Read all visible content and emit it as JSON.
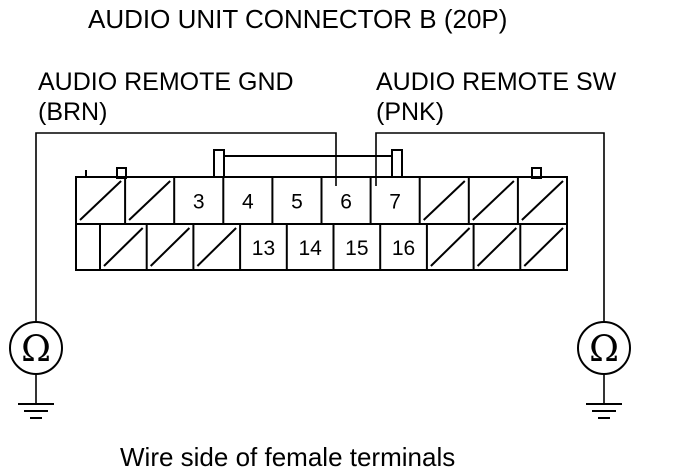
{
  "diagram": {
    "title": "AUDIO UNIT CONNECTOR B (20P)",
    "left_wire": {
      "name": "AUDIO REMOTE GND",
      "color": "(BRN)",
      "pin": "6"
    },
    "right_wire": {
      "name": "AUDIO REMOTE SW",
      "color": "(PNK)",
      "pin": "7"
    },
    "top_row": [
      {
        "label": "",
        "blank": true
      },
      {
        "label": "",
        "blank": true
      },
      {
        "label": "3",
        "blank": false
      },
      {
        "label": "4",
        "blank": false
      },
      {
        "label": "5",
        "blank": false
      },
      {
        "label": "6",
        "blank": false
      },
      {
        "label": "7",
        "blank": false
      },
      {
        "label": "",
        "blank": true
      },
      {
        "label": "",
        "blank": true
      },
      {
        "label": "",
        "blank": true
      }
    ],
    "bottom_row": [
      {
        "label": "",
        "blank": true
      },
      {
        "label": "",
        "blank": true
      },
      {
        "label": "",
        "blank": true
      },
      {
        "label": "13",
        "blank": false
      },
      {
        "label": "14",
        "blank": false
      },
      {
        "label": "15",
        "blank": false
      },
      {
        "label": "16",
        "blank": false
      },
      {
        "label": "",
        "blank": true
      },
      {
        "label": "",
        "blank": true
      },
      {
        "label": "",
        "blank": true
      }
    ],
    "meter_symbol": "Ω",
    "caption": "Wire side of female terminals"
  }
}
